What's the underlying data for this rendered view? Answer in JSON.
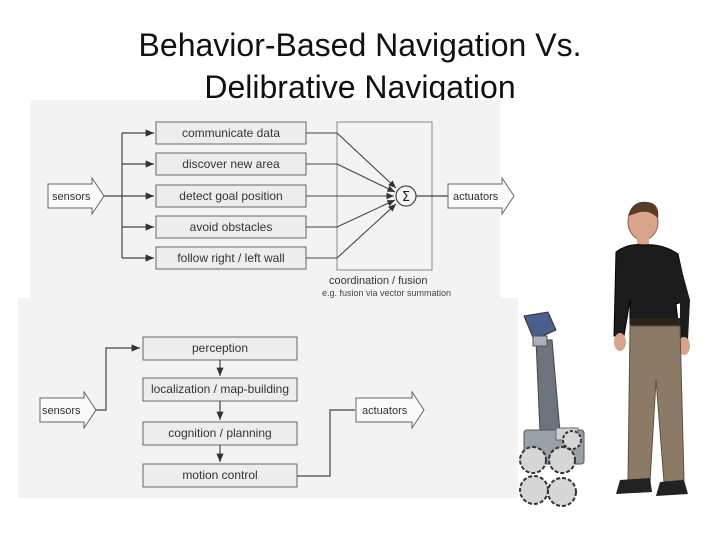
{
  "slide": {
    "title_line1": "Behavior-Based Navigation Vs.",
    "title_line2": "Delibrative Navigation"
  },
  "behavior_based": {
    "input_label": "sensors",
    "behaviors": [
      "communicate data",
      "discover new area",
      "detect goal position",
      "avoid obstacles",
      "follow right / left wall"
    ],
    "fusion_symbol": "Σ",
    "output_label": "actuators",
    "caption": "coordination / fusion",
    "caption_sub": "e.g. fusion via vector summation"
  },
  "deliberative": {
    "input_label": "sensors",
    "stages": [
      "perception",
      "localization / map-building",
      "cognition / planning",
      "motion control"
    ],
    "output_label": "actuators"
  },
  "photo": {
    "subjects": [
      "robot",
      "person"
    ]
  }
}
